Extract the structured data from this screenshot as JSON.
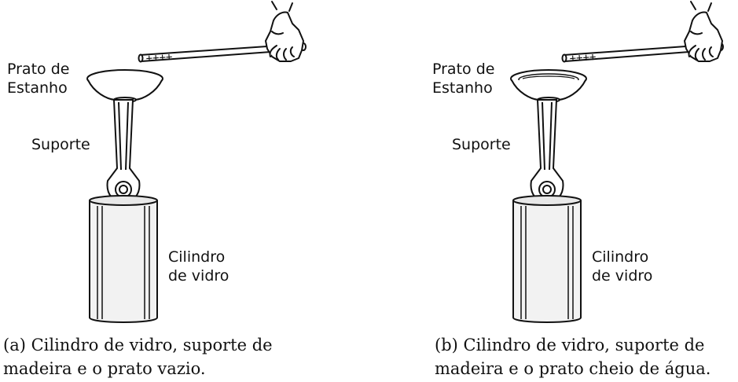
{
  "figure": {
    "panels": [
      {
        "rod_marks": "++++",
        "labels": {
          "dish": [
            "Prato de",
            "Estanho"
          ],
          "support": "Suporte",
          "cylinder": [
            "Cilindro",
            "de vidro"
          ]
        },
        "caption": [
          "(a) Cilindro de vidro, suporte de",
          "madeira e o prato vazio."
        ],
        "dish_filled": false
      },
      {
        "rod_marks": "++++",
        "labels": {
          "dish": [
            "Prato de",
            "Estanho"
          ],
          "support": "Suporte",
          "cylinder": [
            "Cilindro",
            "de vidro"
          ]
        },
        "caption": [
          "(b) Cilindro de vidro, suporte de",
          "madeira e o prato cheio de água."
        ],
        "dish_filled": true
      }
    ]
  }
}
